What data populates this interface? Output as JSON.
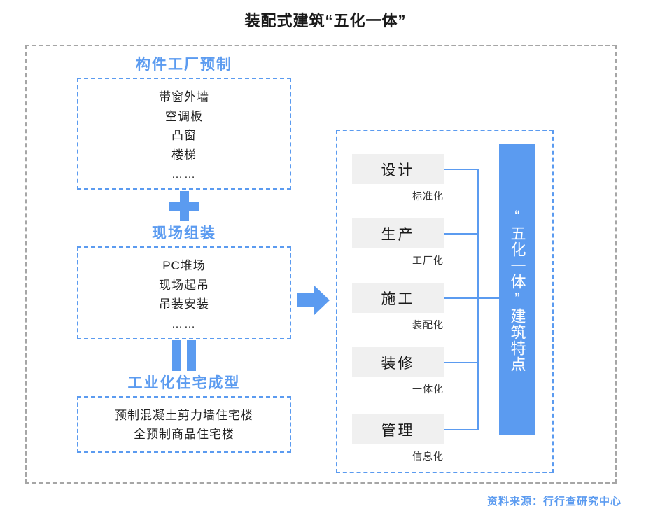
{
  "title": "装配式建筑“五化一体”",
  "left_column": {
    "groups": [
      {
        "heading": "构件工厂预制",
        "items": [
          "带窗外墙",
          "空调板",
          "凸窗",
          "楼梯"
        ],
        "ellipsis": "……"
      },
      {
        "operator": "plus-icon",
        "heading": "现场组装",
        "items": [
          "PC堆场",
          "现场起吊",
          "吊装安装"
        ],
        "ellipsis": "……"
      },
      {
        "operator": "equals-icon",
        "heading": "工业化住宅成型",
        "items": [
          "预制混凝土剪力墙住宅楼",
          "全预制商品住宅楼"
        ],
        "ellipsis": ""
      }
    ]
  },
  "arrow": {
    "icon": "arrow-right-icon"
  },
  "right_panel": {
    "stages": [
      {
        "name": "设计",
        "label": "标准化"
      },
      {
        "name": "生产",
        "label": "工厂化"
      },
      {
        "name": "施工",
        "label": "装配化"
      },
      {
        "name": "装修",
        "label": "一体化"
      },
      {
        "name": "管理",
        "label": "信息化"
      }
    ],
    "feature_box": "“五化一体”建筑特点"
  },
  "source": "资料来源：行行查研究中心",
  "colors": {
    "accent": "#5b9bf0",
    "outer_border": "#a6a6a6",
    "stage_bg": "#f0f0f0",
    "text": "#1a1a1a"
  }
}
